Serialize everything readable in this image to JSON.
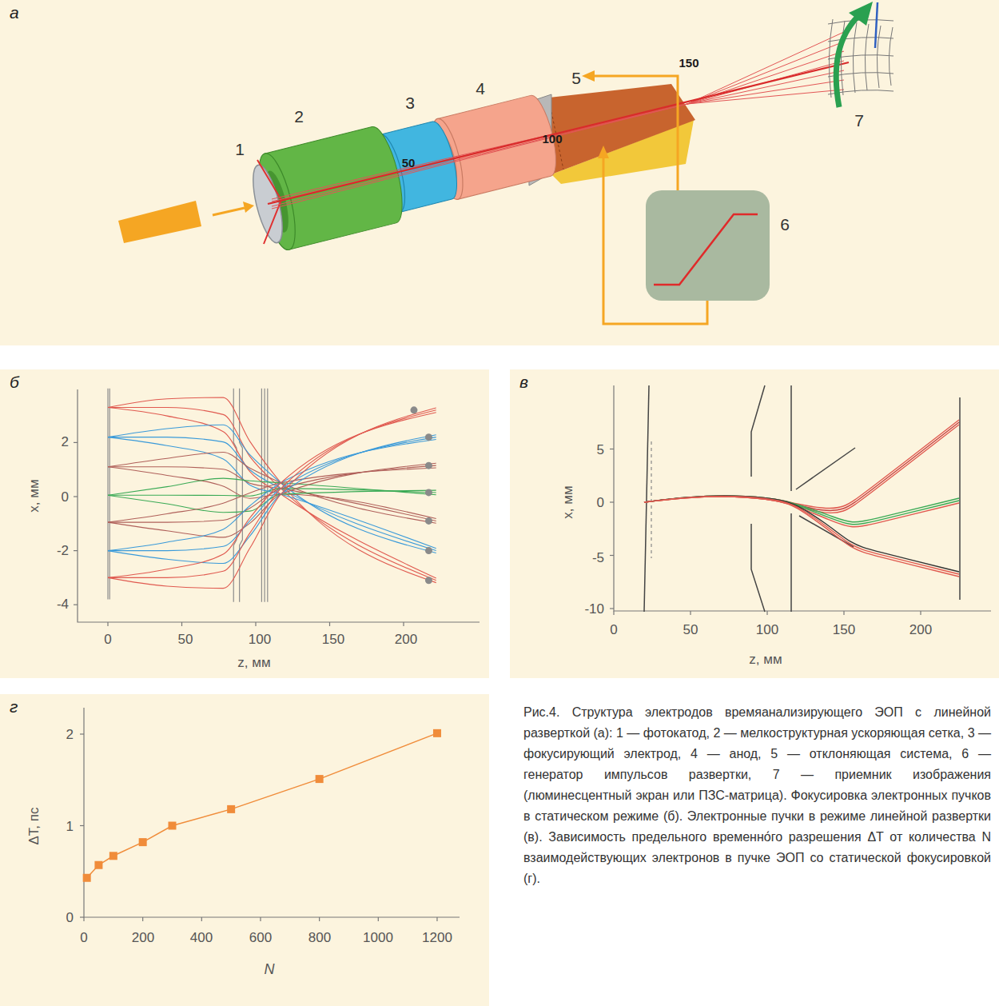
{
  "diagram": {
    "caption": "Рис.4. Структура электродов времяанализирующего ЭОП с линейной разверткой (а): 1 — фотокатод, 2 — мелкоструктурная ускоряющая сетка, 3 — фокусирующий электрод, 4 — анод, 5 — отклоняющая система, 6 — генератор импульсов развертки, 7 — приемник изображения (люминесцентный экран или ПЗС-матрица). Фокусировка электронных пучков в статическом режиме (б). Электронные пучки в режиме линейной развертки (в). Зависимость предельного временно́го разрешения ΔT от количества N взаимодействующих электронов в пучке ЭОП со статической фокусировкой (г).",
    "nodes": [
      {
        "text": [
          "а"
        ]
      },
      {
        "text": [
          "б"
        ]
      },
      {
        "text": [
          "в"
        ]
      },
      {
        "text": [
          "г"
        ]
      }
    ],
    "labels": [
      "1",
      "2",
      "3",
      "4",
      "5",
      "6",
      "7",
      "50",
      "100",
      "150",
      "2",
      "0",
      "-2",
      "-4",
      "0",
      "50",
      "100",
      "150",
      "200",
      "x, мм",
      "z, мм",
      "5",
      "0",
      "-5",
      "-10",
      "0",
      "50",
      "100",
      "150",
      "200",
      "x, мм",
      "z, мм",
      "2",
      "1",
      "0",
      "0",
      "200",
      "400",
      "600",
      "800",
      "1000",
      "1200",
      "ΔT, пс",
      "N"
    ]
  }
}
